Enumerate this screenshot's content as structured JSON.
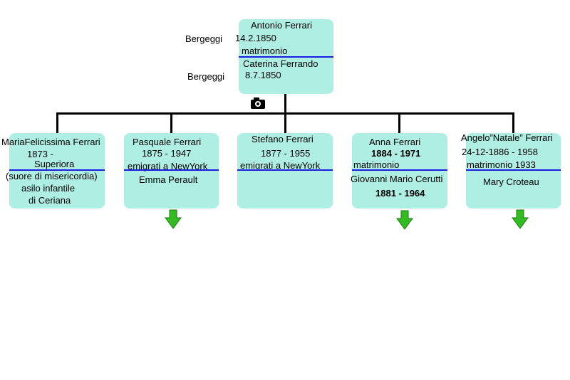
{
  "root": {
    "birthplace": "Bergeggi",
    "name": "Antonio Ferrari",
    "birth": "14.2.1850",
    "marriage": "matrimonio",
    "spouse_place": "Bergeggi",
    "spouse": "Caterina Ferrando",
    "spouse_birth": "8.7.1850"
  },
  "children": [
    {
      "name": "MariaFelicissima Ferrari",
      "line1": "1873 -",
      "line2": "Superiora",
      "line3": "(suore di misericordia)",
      "line4": "asilo infantile",
      "line5": "di Ceriana"
    },
    {
      "name": "Pasquale Ferrari",
      "dates": "1875 - 1947",
      "note": "emigrati a NewYork",
      "spouse": "Emma Perault"
    },
    {
      "name": "Stefano Ferrari",
      "dates": "1877 - 1955",
      "note": "emigrati a NewYork"
    },
    {
      "name": "Anna Ferrari",
      "dates": "1884 - 1971",
      "marriage": "matrimonio",
      "spouse": "Giovanni Mario Cerutti",
      "spouse_dates": "1881 - 1964"
    },
    {
      "name": "Angelo”Natale” Ferrari",
      "dates": "24-12-1886 - 1958",
      "marriage": "matrimonio 1933",
      "spouse": "Mary Croteau"
    }
  ],
  "colors": {
    "box": "#aeeee3",
    "separator": "#1e1ee0",
    "arrow": "#33bb22"
  },
  "icons": {
    "camera": "camera-icon",
    "expand": "green-down-arrow-icon"
  }
}
